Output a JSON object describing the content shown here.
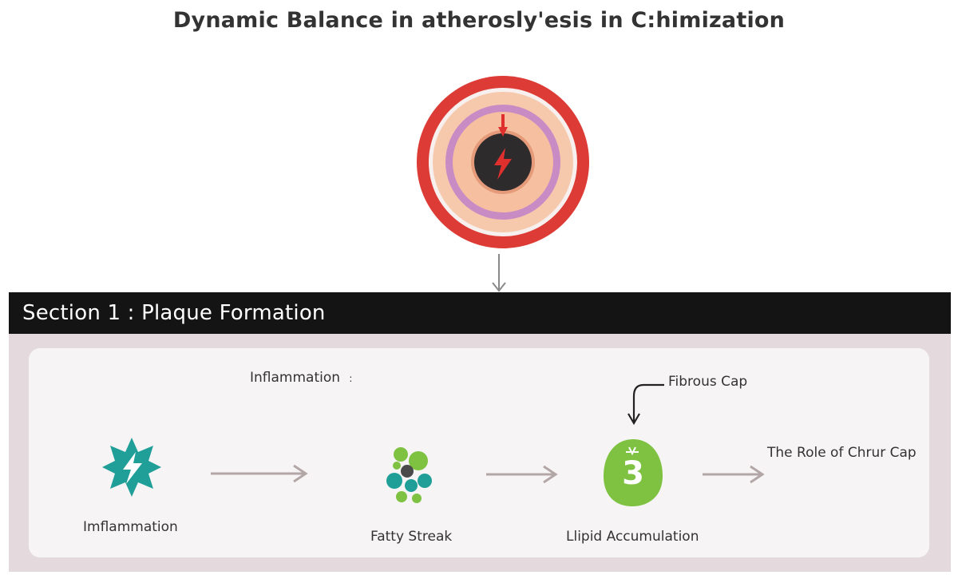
{
  "title": "Dynamic Balance in atherosly'esis in C:himization",
  "section": {
    "title": "Section 1 : Plaque Formation"
  },
  "stages": {
    "top_label": "Inflammation",
    "top_label_mark": ":",
    "fibrous_cap_label": "Fibrous Cap",
    "step1_label": "Imflammation",
    "step2_label": "Fatty Streak",
    "step3_label": "Llipid Accumulation",
    "step3_badge": "3",
    "step4_label": "The Role of Chrur Cap"
  },
  "icons": {
    "artery": "artery-cross-section-icon",
    "step1": "starburst-lightning-icon",
    "step2": "cell-cluster-icon",
    "step3": "lipid-droplet-icon"
  },
  "colors": {
    "artery_outer_red": "#dd3b35",
    "artery_peach": "#f5bfa0",
    "artery_purple": "#c98bc4",
    "lumen_dark": "#2e2b2d",
    "bolt_red": "#e0302e",
    "teal": "#1f9f98",
    "green": "#7fc242",
    "gray_arrow": "#b3a6a6",
    "section_header_bg": "#141414"
  }
}
